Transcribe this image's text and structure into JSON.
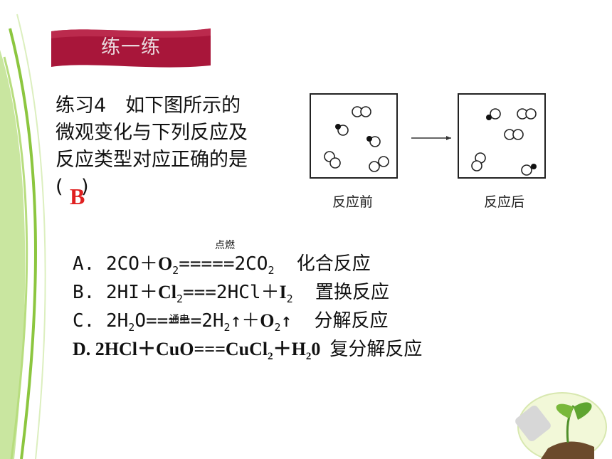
{
  "banner": {
    "title": "练一练"
  },
  "question": {
    "lines": [
      "练习4　如下图所示的",
      "微观变化与下列反应及",
      "反应类型对应正确的是"
    ],
    "paren_open": "(",
    "paren_close": ")",
    "answer": "B"
  },
  "diagram": {
    "label_before": "反应前",
    "label_after": "反应后"
  },
  "options": {
    "a": {
      "prefix": "A.",
      "coef1": "2CO＋",
      "o": "O",
      "o_sub": "2",
      "eq": "=====",
      "p": "2CO",
      "p_sub": "2",
      "type": "化合反应",
      "condition": "点燃"
    },
    "b": {
      "prefix": "B.",
      "r1": "2HI＋",
      "cl": "Cl",
      "cl_sub": "2",
      "eq": "===2HCl＋",
      "i": "I",
      "i_sub": "2",
      "type": "置换反应"
    },
    "c": {
      "prefix": "C.",
      "r1": "2H",
      "r1_sub": "2",
      "r1_tail": "O=====2H",
      "h_sub": "2",
      "mid": "↑＋",
      "o": "O",
      "o_sub": "2",
      "arrow": "↑",
      "type": "分解反应",
      "condition": "通电"
    },
    "d": {
      "text1": "D. 2HCl＋CuO===CuCl",
      "sub1": "2",
      "text2": "＋H",
      "sub2": "2",
      "text3": "0",
      "type": "复分解反应"
    }
  },
  "colors": {
    "banner": "#a8163a",
    "answer": "#e02020",
    "deco_green": "#8cc63f"
  }
}
